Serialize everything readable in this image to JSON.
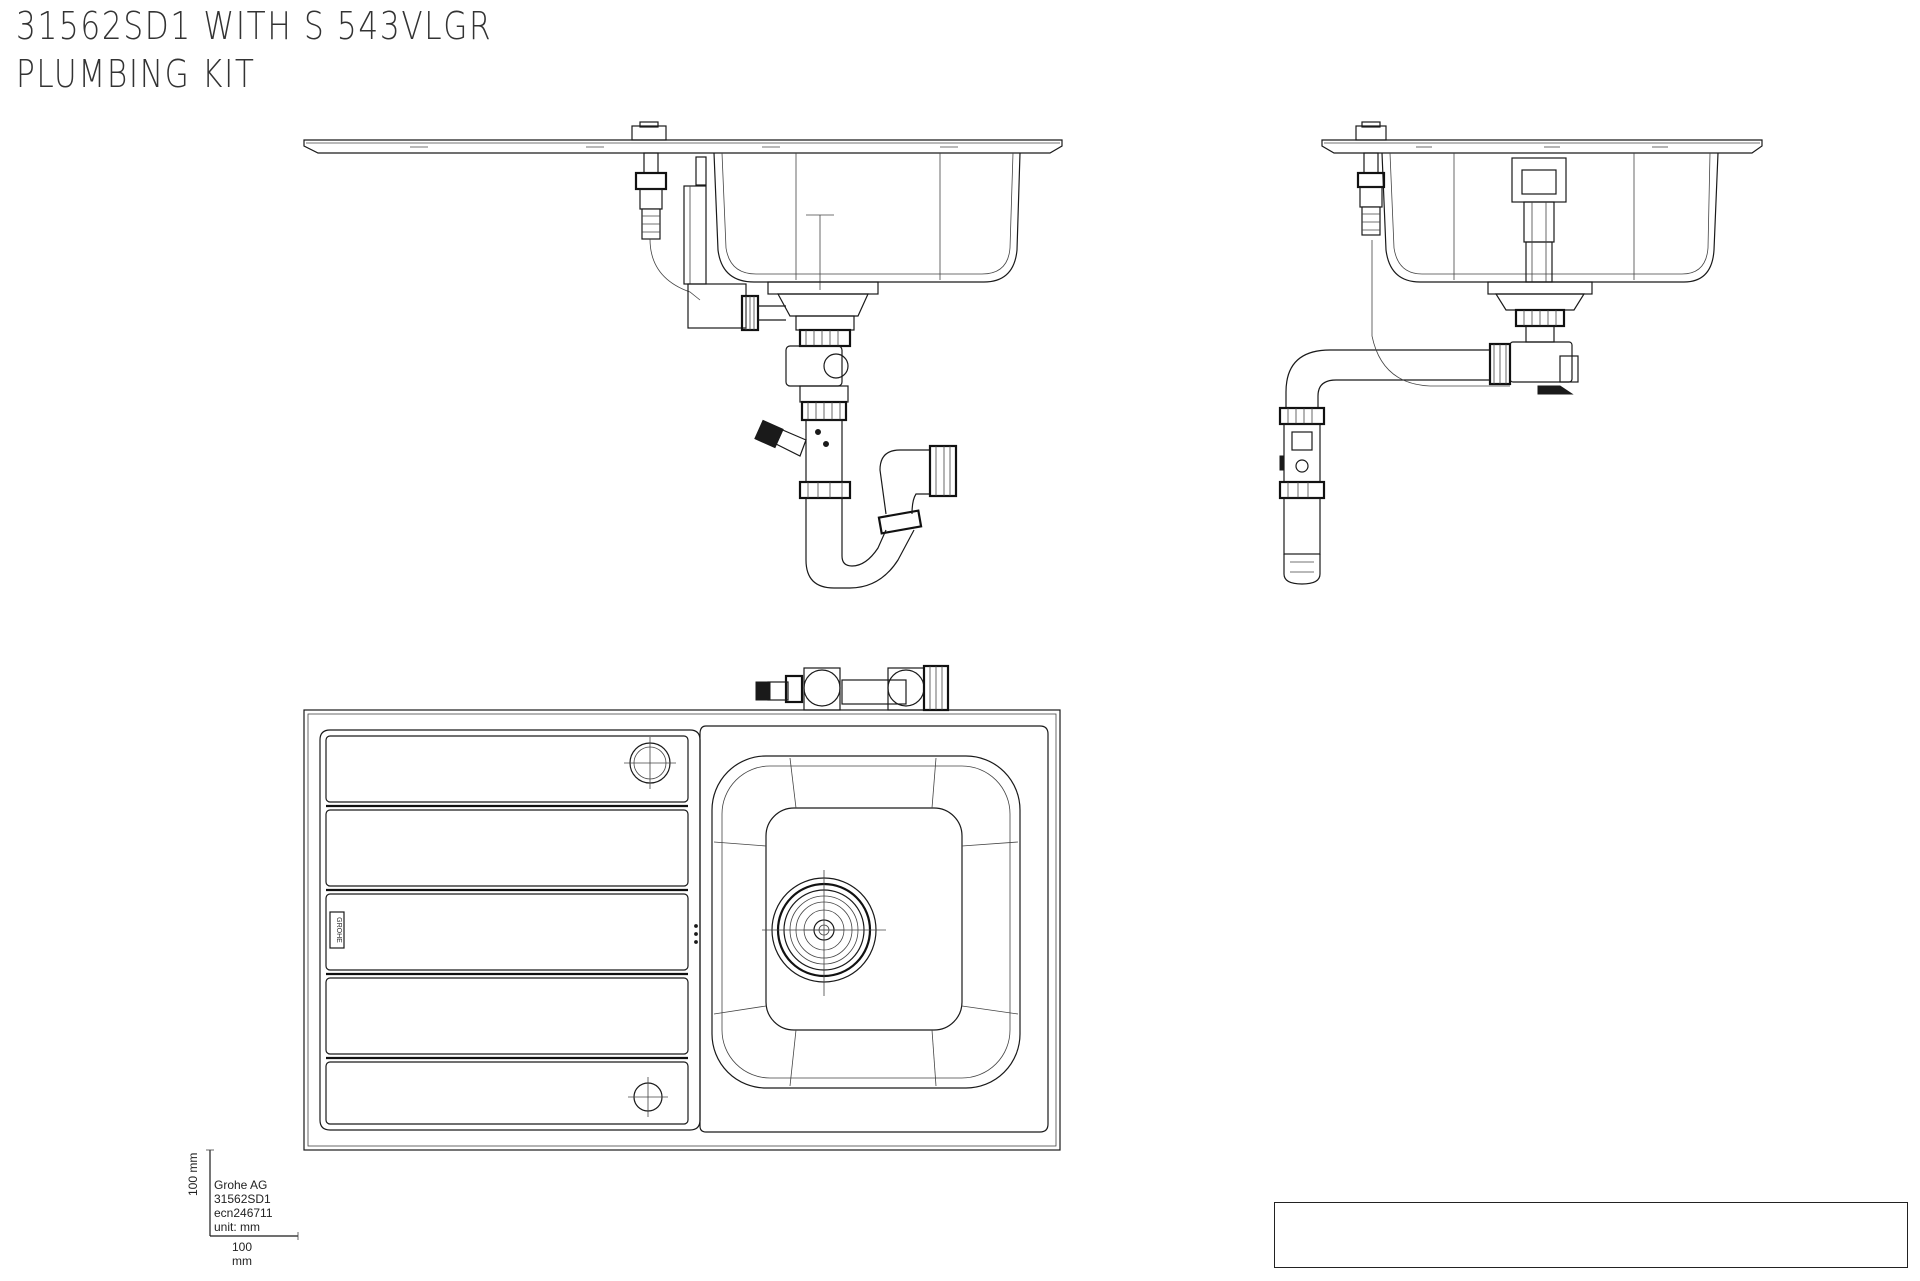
{
  "title": {
    "line1": "31562SD1 WITH S 543VLGR",
    "line2": "PLUMBING KIT"
  },
  "stamp": {
    "company": "Grohe AG",
    "part": "31562SD1",
    "ecn": "ecn246711",
    "unit": "unit: mm"
  },
  "scale": {
    "vertical_value": "100",
    "vertical_unit": "mm",
    "horizontal_value": "100",
    "horizontal_unit": "mm"
  },
  "logo_text": "GROHE",
  "colors": {
    "line": "#1a1a1a",
    "background": "#ffffff"
  }
}
